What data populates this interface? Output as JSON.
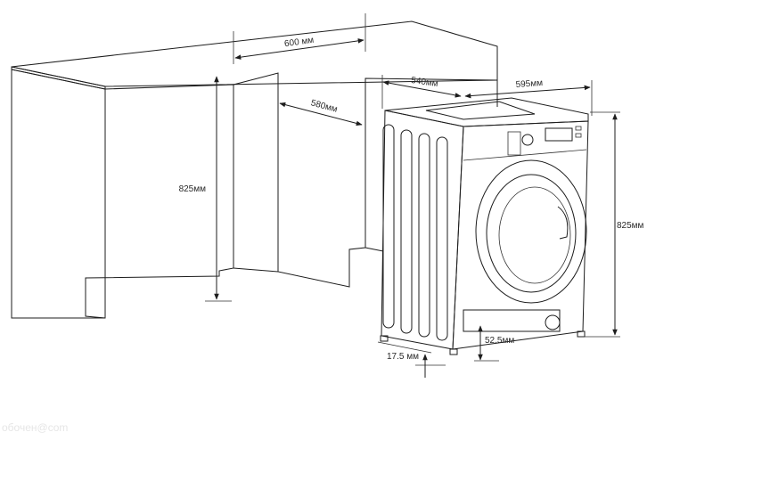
{
  "dimensions": {
    "counter_width": "600 мм",
    "cabinet_depth": "580мм",
    "cabinet_height": "825мм",
    "machine_depth": "540мм",
    "machine_width": "595мм",
    "machine_height": "825мм",
    "foot_height": "17.5 мм",
    "recess": "52.5мм"
  },
  "watermark": "обочен@com"
}
